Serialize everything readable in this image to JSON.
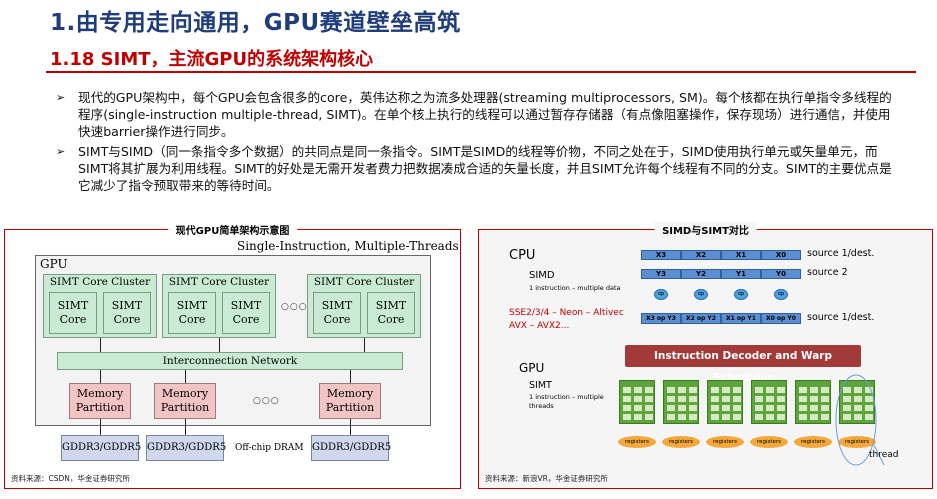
{
  "header": {
    "title": "1.由专用走向通用，GPU赛道壁垒高筑",
    "subtitle": "1.18 SIMT，主流GPU的系统架构核心"
  },
  "bullets": [
    "现代的GPU架构中，每个GPU会包含很多的core，英伟达称之为流多处理器(streaming multiprocessors, SM)。每个核都在执行单指令多线程的程序(single-instruction multiple-thread, SIMT)。在单个核上执行的线程可以通过暂存存储器（有点像阻塞操作，保存现场）进行通信，并使用快速barrier操作进行同步。",
    "SIMT与SIMD（同一条指令多个数据）的共同点是同一条指令。SIMT是SIMD的线程等价物，不同之处在于，SIMD使用执行单元或矢量单元，而SIMT将其扩展为利用线程。SIMT的好处是无需开发者费力把数据凑成合适的矢量长度，并且SIMT允许每个线程有不同的分支。SIMT的主要优点是它减少了指令预取带来的等待时间。"
  ],
  "left_panel": {
    "title": "现代GPU简单架构示意图",
    "source": "资料来源：CSDN，华金证券研究所",
    "heading": "Single-Instruction, Multiple-Threads",
    "gpu_label": "GPU",
    "cluster_label": "SIMT Core Cluster",
    "core_line1": "SIMT",
    "core_line2": "Core",
    "dots": "○○○",
    "interconnect": "Interconnection Network",
    "mem_line1": "Memory",
    "mem_line2": "Partition",
    "dram": "GDDR3/GDDR5",
    "offchip": "Off-chip DRAM"
  },
  "right_panel": {
    "title": "SIMD与SIMT对比",
    "source": "资料来源：新浪VR，华金证券研究所",
    "cpu": "CPU",
    "simd": "SIMD",
    "simd_desc": "1 instruction – multiple data",
    "sse": "SSE2/3/4 – Neon – Altivec",
    "avx": "AVX – AVX2...",
    "row_x": [
      "X3",
      "X2",
      "X1",
      "X0"
    ],
    "row_y": [
      "Y3",
      "Y2",
      "Y1",
      "Y0"
    ],
    "op": "op",
    "row_out": [
      "X3 op Y3",
      "X2 op Y2",
      "X1 op Y1",
      "X0 op Y0"
    ],
    "src1": "source 1/dest.",
    "src2": "source 2",
    "src3": "source 1/dest.",
    "gpu": "GPU",
    "simt": "SIMT",
    "simt_desc1": "1 instruction – multiple",
    "simt_desc2": "threads",
    "decoder": "Instruction Decoder and Warp Scheduler",
    "registers": "registers",
    "thread": "thread"
  },
  "colors": {
    "title_blue": "#1f3d7a",
    "accent_red": "#c00000",
    "core_green": "#c9ead3",
    "memory_pink": "#f2c4c4",
    "dram_blue": "#cfd8ec",
    "decoder_red": "#a23a3a",
    "lane_blue": "#5b8fd1",
    "register_orange": "#f4a83c"
  }
}
